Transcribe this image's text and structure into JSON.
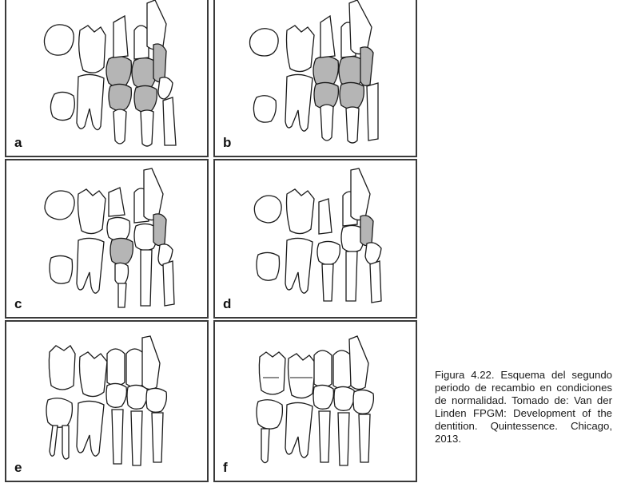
{
  "panels": [
    {
      "letter": "a"
    },
    {
      "letter": "b"
    },
    {
      "letter": "c"
    },
    {
      "letter": "d"
    },
    {
      "letter": "e"
    },
    {
      "letter": "f"
    }
  ],
  "caption": {
    "text": "Figura 4.22. Esquema del segundo periodo de recambio en condiciones de normalidad. Tomado de: Van der Linden FPGM: Development of the dentition. Quintessence. Chicago, 2013."
  },
  "colors": {
    "panel_border": "#3a3a3a",
    "shaded_tooth": "#b5b5b5",
    "outline": "#1a1a1a"
  }
}
